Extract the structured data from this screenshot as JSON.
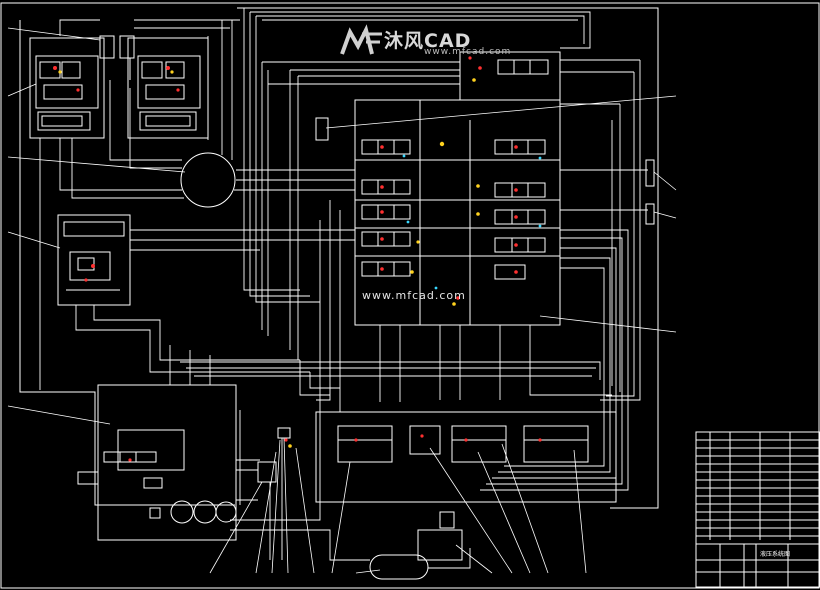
{
  "watermark": {
    "brand_cn": "沐风CAD",
    "url_top": "www.mfcad.com",
    "url_mid": "www.mfcad.com"
  },
  "title_block": {
    "drawing_title": "液压系统图"
  },
  "colors": {
    "background": "#000000",
    "line": "#ffffff",
    "accent_red": "#ff3030",
    "accent_yellow": "#ffd21e",
    "accent_cyan": "#38d8ff"
  }
}
